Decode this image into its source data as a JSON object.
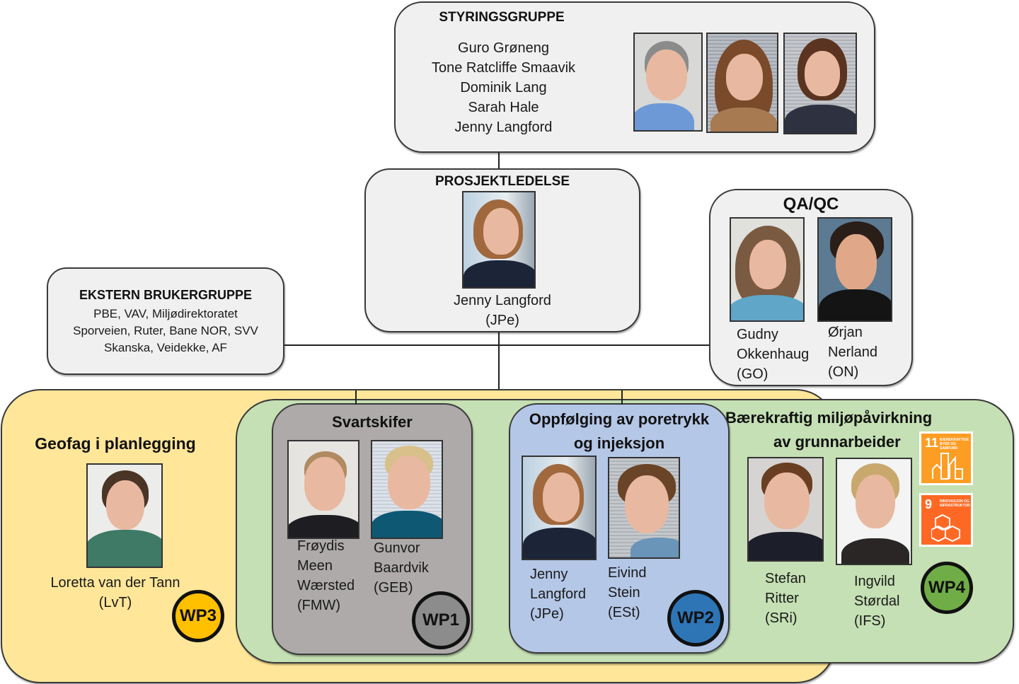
{
  "styringsgruppe": {
    "title": "STYRINGSGRUPPE",
    "members": [
      "Guro Grøneng",
      "Tone Ratcliffe Smaavik",
      "Dominik Lang",
      "Sarah Hale",
      "Jenny Langford"
    ]
  },
  "prosjektledelse": {
    "title": "PROSJEKTLEDELSE",
    "name": "Jenny Langford",
    "initials": "(JPe)"
  },
  "ekstern": {
    "title": "EKSTERN BRUKERGRUPPE",
    "lines": [
      "PBE, VAV, Miljødirektoratet",
      "Sporveien, Ruter, Bane NOR, SVV",
      "Skanska, Veidekke, AF"
    ]
  },
  "qaqc": {
    "title": "QA/QC",
    "people": [
      {
        "first": "Gudny",
        "last": "Okkenhaug",
        "initials": "(GO)"
      },
      {
        "first": "Ørjan",
        "last": "Nerland",
        "initials": "(ON)"
      }
    ]
  },
  "wp3": {
    "title": "Geofag i planlegging",
    "name": "Loretta van der Tann",
    "initials": "(LvT)",
    "badge": "WP3",
    "color": "#ffe699",
    "badge_color": "#ffc000"
  },
  "wp1": {
    "title": "Svartskifer",
    "people": [
      {
        "lines": [
          "Frøydis",
          "Meen",
          "Wærsted",
          "(FMW)"
        ]
      },
      {
        "lines": [
          "Gunvor",
          "Baardvik",
          "(GEB)"
        ]
      }
    ],
    "badge": "WP1",
    "color": "#aeaaaa",
    "badge_color": "#8c8c8c"
  },
  "wp2": {
    "title_line1": "Oppfølging av poretrykk",
    "title_line2": "og injeksjon",
    "people": [
      {
        "lines": [
          "Jenny",
          "Langford",
          "(JPe)"
        ]
      },
      {
        "lines": [
          "Eivind",
          "Stein",
          "(ESt)"
        ]
      }
    ],
    "badge": "WP2",
    "color": "#b4c7e7",
    "badge_color": "#2e75b6"
  },
  "wp4": {
    "title_line1": "Bærekraftig miljøpåvirkning",
    "title_line2": "av grunnarbeider",
    "people": [
      {
        "lines": [
          "Stefan",
          "Ritter",
          "(SRi)"
        ]
      },
      {
        "lines": [
          "Ingvild",
          "Størdal",
          "(IFS)"
        ]
      }
    ],
    "badge": "WP4",
    "color": "#c5e0b4",
    "badge_color": "#70ad47",
    "sdg": [
      {
        "number": "11",
        "label": "BÆREKRAFTIGE BYER OG SAMFUNN",
        "icon": "city-icon",
        "color": "#fd9d24"
      },
      {
        "number": "9",
        "label": "INNOVASJON OG INFRASTRUKTUR",
        "icon": "cubes-icon",
        "color": "#fd6925"
      }
    ]
  }
}
